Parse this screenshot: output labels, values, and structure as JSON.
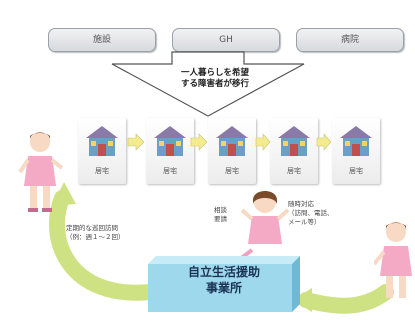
{
  "top_boxes": [
    "施設",
    "GH",
    "病院"
  ],
  "transition_text": {
    "line1": "一人暮らしを希望",
    "line2": "する障害者が移行"
  },
  "houses": [
    {
      "label": "居宅"
    },
    {
      "label": "居宅"
    },
    {
      "label": "居宅"
    },
    {
      "label": "居宅"
    },
    {
      "label": "居宅"
    }
  ],
  "notes": {
    "regular_visit_line1": "定期的な巡回訪問",
    "regular_visit_line2": "（例：週１〜２回）",
    "consult_line1": "相談",
    "consult_line2": "要請",
    "anytime_line1": "随時対応",
    "anytime_line2": "（訪問、電話、",
    "anytime_line3": "メール等）"
  },
  "office": {
    "line1": "自立生活援助",
    "line2": "事業所"
  },
  "colors": {
    "arrow_yellow": "#f3ec8e",
    "curve_green": "#d6e88a",
    "office_blue": "#9ed8ec",
    "person_pink": "#f4a9c4"
  }
}
